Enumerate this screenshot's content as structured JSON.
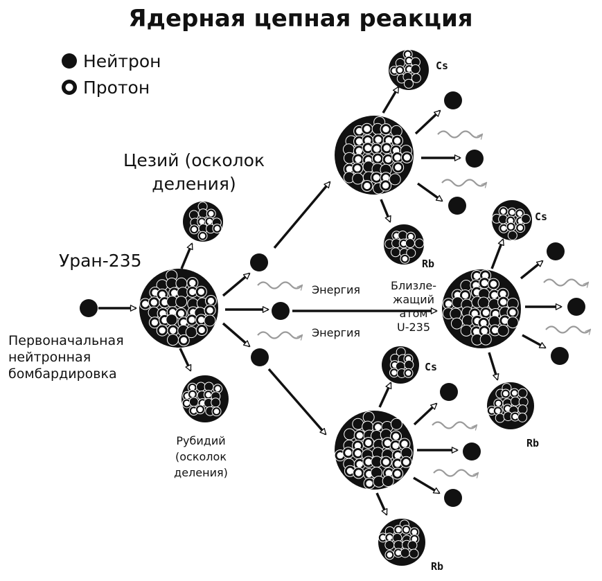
{
  "title": "Ядерная цепная реакция",
  "legend": {
    "neutron": "Нейтрон",
    "proton": "Протон"
  },
  "labels": {
    "uranium": "Уран-235",
    "initial_1": "Первоначальная",
    "initial_2": "нейтронная",
    "initial_3": "бомбардировка",
    "cesium_1": "Цезий (осколок",
    "cesium_2": "деления)",
    "rubidium_1": "Рубидий",
    "rubidium_2": "(осколок",
    "rubidium_3": "деления)",
    "energy_top": "Энергия",
    "energy_bottom": "Энергия",
    "nearby_1": "Близле-",
    "nearby_2": "жащий",
    "nearby_3": "атом",
    "nearby_4": "U-235",
    "cs_tag": "Cs",
    "rb_tag": "Rb"
  },
  "colors": {
    "ink": "#111111",
    "wave": "#9a9a9a",
    "background": "#ffffff"
  }
}
